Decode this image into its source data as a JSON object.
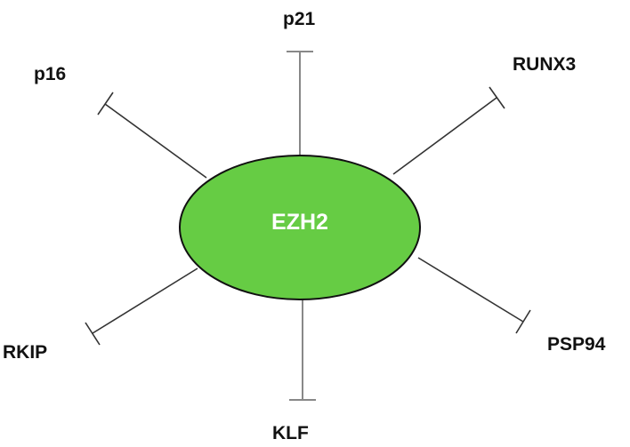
{
  "center": {
    "label": "EZH2",
    "fill": "#66cc44",
    "stroke": "#111111"
  },
  "targets": [
    {
      "id": "p21",
      "label": "p21"
    },
    {
      "id": "p16",
      "label": "p16"
    },
    {
      "id": "runx3",
      "label": "RUNX3"
    },
    {
      "id": "rkip",
      "label": "RKIP"
    },
    {
      "id": "psp94",
      "label": "PSP94"
    },
    {
      "id": "klf",
      "label": "KLF"
    }
  ],
  "edge_type": "inhibition",
  "colors": {
    "edge_diagonal": "#333333",
    "edge_vertical": "#888888",
    "text": "#111111"
  }
}
